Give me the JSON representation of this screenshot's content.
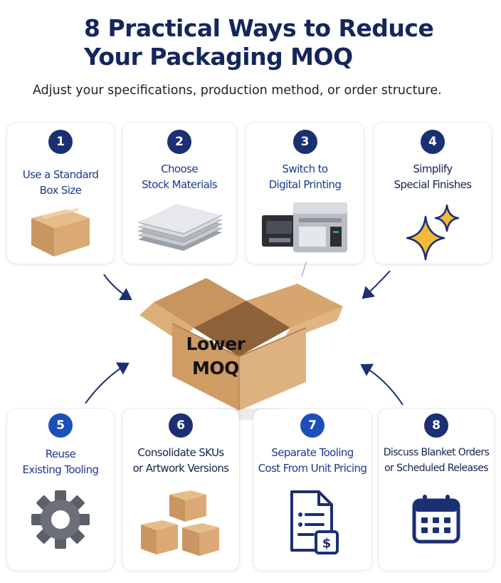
{
  "title": {
    "line1": "8 Practical Ways to Reduce",
    "line2": "Your Packaging MOQ"
  },
  "subtitle": "Adjust your specifications, production method, or order structure.",
  "center": {
    "line1": "Lower",
    "line2": "MOQ"
  },
  "steps": [
    {
      "number": "1",
      "line1": "Use a Standard",
      "line2": "Box Size",
      "icon": "cardboard-box-icon"
    },
    {
      "number": "2",
      "line1": "Choose",
      "line2": "Stock Materials",
      "icon": "material-sheets-icon"
    },
    {
      "number": "3",
      "line1": "Switch to",
      "line2": "Digital Printing",
      "icon": "digital-printer-icon"
    },
    {
      "number": "4",
      "line1": "Simplify",
      "line2": "Special Finishes",
      "icon": "sparkle-icon"
    },
    {
      "number": "5",
      "line1": "Reuse",
      "line2": "Existing Tooling",
      "icon": "gear-icon"
    },
    {
      "number": "6",
      "line1": "Consolidate SKUs",
      "line2": "or Artwork Versions",
      "icon": "stacked-boxes-icon"
    },
    {
      "number": "7",
      "line1": "Separate Tooling",
      "line2": "Cost From Unit Pricing",
      "icon": "invoice-icon"
    },
    {
      "number": "8",
      "line1": "Discuss Blanket Orders",
      "line2": "or Scheduled Releases",
      "icon": "calendar-icon"
    }
  ],
  "colors": {
    "navy": "#1b2f73",
    "blue": "#1c4fb8",
    "cardboard": "#d4a574",
    "gold": "#f2b93b"
  }
}
